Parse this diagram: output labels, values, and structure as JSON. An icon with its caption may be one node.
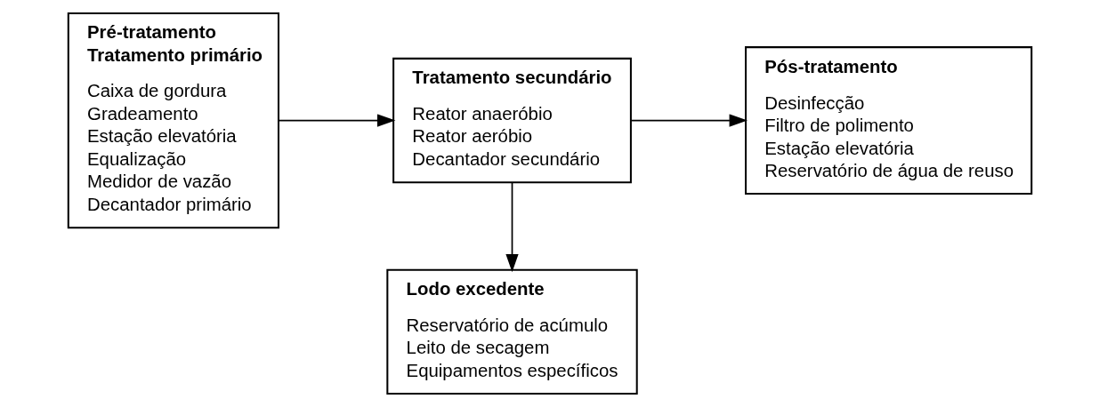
{
  "diagram": {
    "nodes": [
      {
        "text": [
          "Pré-tratamento",
          "Tratamento primário",
          "Caixa de gordura",
          "Gradeamento",
          "Estação elevatória",
          "Equalização",
          "Medidor de vazão",
          "Decantador primário"
        ]
      },
      {
        "text": [
          "Tratamento secundário",
          "Reator anaeróbio",
          "Reator aeróbio",
          "Decantador secundário"
        ]
      },
      {
        "text": [
          "Pós-tratamento",
          "Desinfecção",
          "Filtro de polimento",
          "Estação elevatória",
          "Reservatório de água de reuso"
        ]
      },
      {
        "text": [
          "Lodo excedente",
          "Reservatório de acúmulo",
          "Leito de secagem",
          "Equipamentos específicos"
        ]
      }
    ],
    "edges": [
      {
        "from": 0,
        "to": 1,
        "arrow": "to"
      },
      {
        "from": 1,
        "to": 2,
        "arrow": "to"
      },
      {
        "from": 1,
        "to": 3,
        "arrow": "to"
      }
    ]
  }
}
